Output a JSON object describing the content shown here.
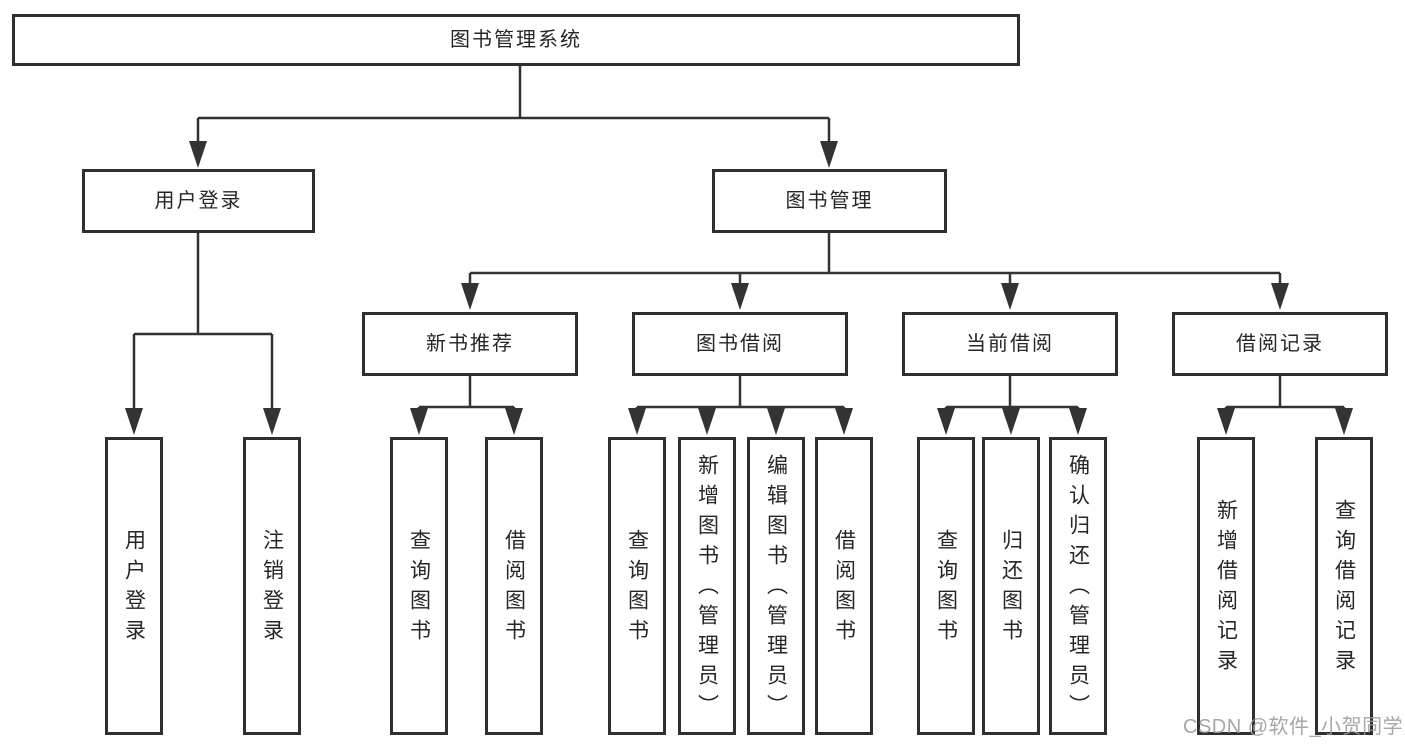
{
  "watermark": "CSDN @软件_小贺同学",
  "colors": {
    "line": "#333333",
    "box_border": "#2f2f2f",
    "text": "#262626",
    "watermark": "#9b9b9e",
    "background": "#ffffff"
  },
  "tree": {
    "root": {
      "label": "图书管理系统"
    },
    "branches": [
      {
        "label": "用户登录",
        "children": [
          "用户登录",
          "注销登录"
        ]
      },
      {
        "label": "图书管理",
        "sections": [
          {
            "label": "新书推荐",
            "children": [
              "查询图书",
              "借阅图书"
            ]
          },
          {
            "label": "图书借阅",
            "children": [
              "查询图书",
              "新增图书（管理员）",
              "编辑图书（管理员）",
              "借阅图书"
            ]
          },
          {
            "label": "当前借阅",
            "children": [
              "查询图书",
              "归还图书",
              "确认归还（管理员）"
            ]
          },
          {
            "label": "借阅记录",
            "children": [
              "新增借阅记录",
              "查询借阅记录"
            ]
          }
        ]
      }
    ]
  }
}
